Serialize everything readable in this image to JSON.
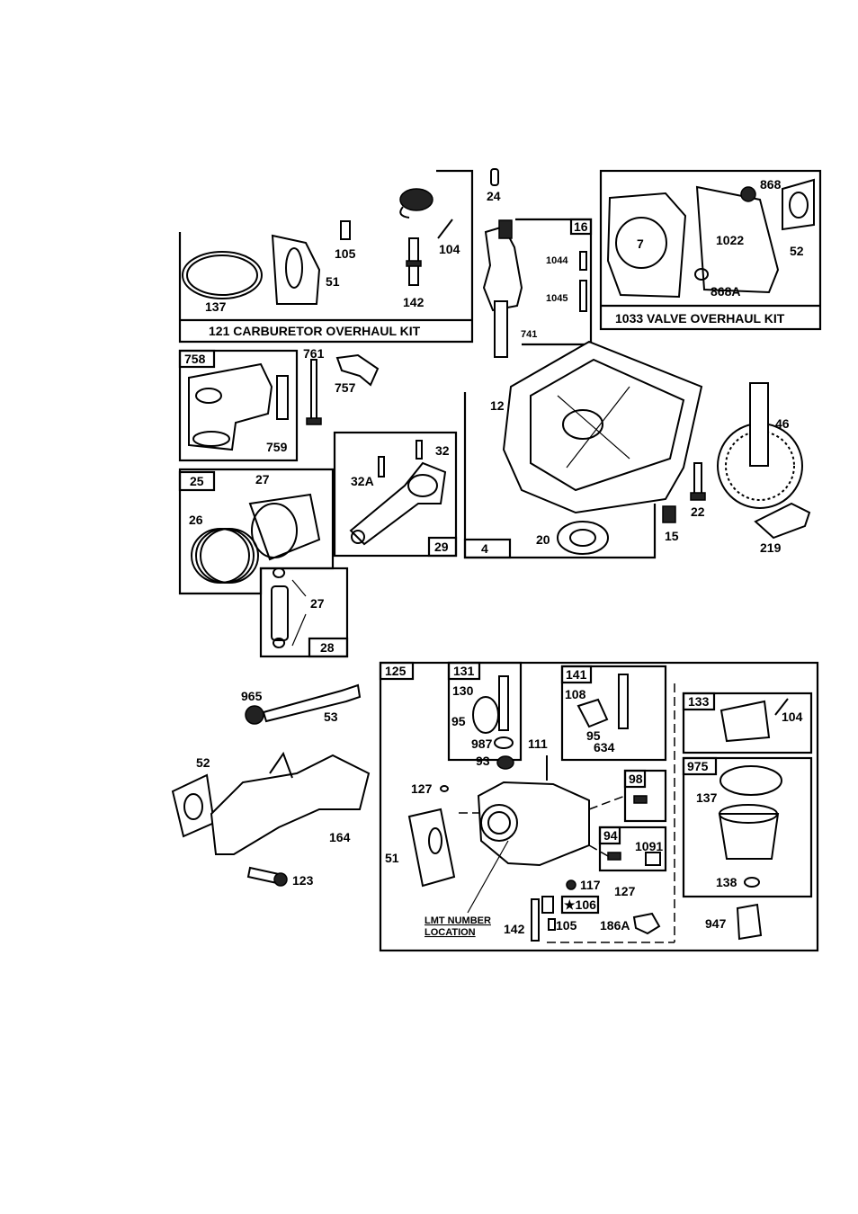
{
  "kits": {
    "carburetor": "121 CARBURETOR OVERHAUL KIT",
    "valve": "1033 VALVE OVERHAUL KIT"
  },
  "boxes": {
    "b16": "16",
    "b758": "758",
    "b25": "25",
    "b29": "29",
    "b4": "4",
    "b28": "28",
    "b125": "125",
    "b131": "131",
    "b141": "141",
    "b133": "133",
    "b975": "975",
    "b98": "98",
    "b94": "94",
    "b106": "★106"
  },
  "labels": {
    "l24": "24",
    "l104a": "104",
    "l105a": "105",
    "l137a": "137",
    "l51a": "51",
    "l142a": "142",
    "l1044": "1044",
    "l1045": "1045",
    "l741": "741",
    "l868": "868",
    "l7": "7",
    "l1022": "1022",
    "l52a": "52",
    "l868A": "868A",
    "l761": "761",
    "l757": "757",
    "l759": "759",
    "l12": "12",
    "l46": "46",
    "l27a": "27",
    "l26": "26",
    "l32": "32",
    "l32A": "32A",
    "l22": "22",
    "l15": "15",
    "l20": "20",
    "l219": "219",
    "l27b": "27",
    "l965": "965",
    "l53": "53",
    "l52b": "52",
    "l164": "164",
    "l123": "123",
    "l130": "130",
    "l95a": "95",
    "l987": "987",
    "l93": "93",
    "l111": "111",
    "l108": "108",
    "l95b": "95",
    "l634": "634",
    "l104b": "104",
    "l137b": "137",
    "l138": "138",
    "l127a": "127",
    "l1091": "1091",
    "l51b": "51",
    "l117": "117",
    "l127b": "127",
    "l105b": "105",
    "l142b": "142",
    "l186A": "186A",
    "l947": "947"
  },
  "lmt": {
    "line1": "LMT NUMBER",
    "line2": "LOCATION"
  }
}
